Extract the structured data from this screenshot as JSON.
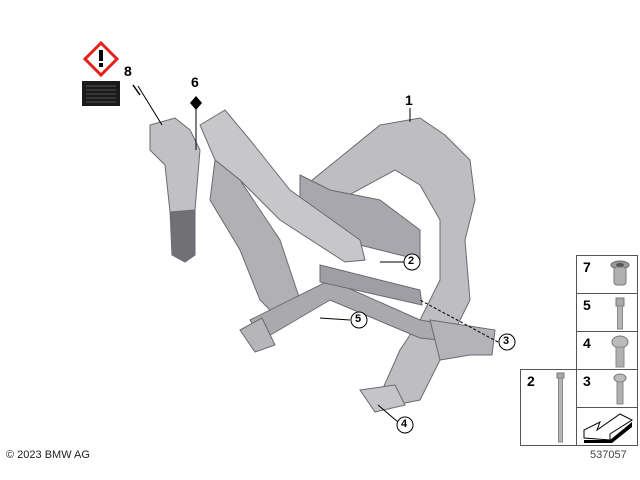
{
  "copyright": "© 2023 BMW AG",
  "diagram_id": "537057",
  "callouts": {
    "part1": "1",
    "part2": "2",
    "part3": "3",
    "part4": "4",
    "part5": "5",
    "part6": "6",
    "part8": "8"
  },
  "parts_panel": [
    {
      "number": "7",
      "icon": "rivet-nut-icon"
    },
    {
      "number": "5",
      "icon": "socket-head-bolt-icon"
    },
    {
      "number": "4",
      "icon": "pan-head-bolt-icon"
    },
    {
      "number": "3",
      "icon": "pan-head-screw-icon"
    },
    {
      "number": "2",
      "icon": "long-bolt-icon"
    }
  ],
  "colors": {
    "warning_red": "#e2231a",
    "part_gray": "#b8b8bc",
    "label_black": "#1a1a1a"
  }
}
